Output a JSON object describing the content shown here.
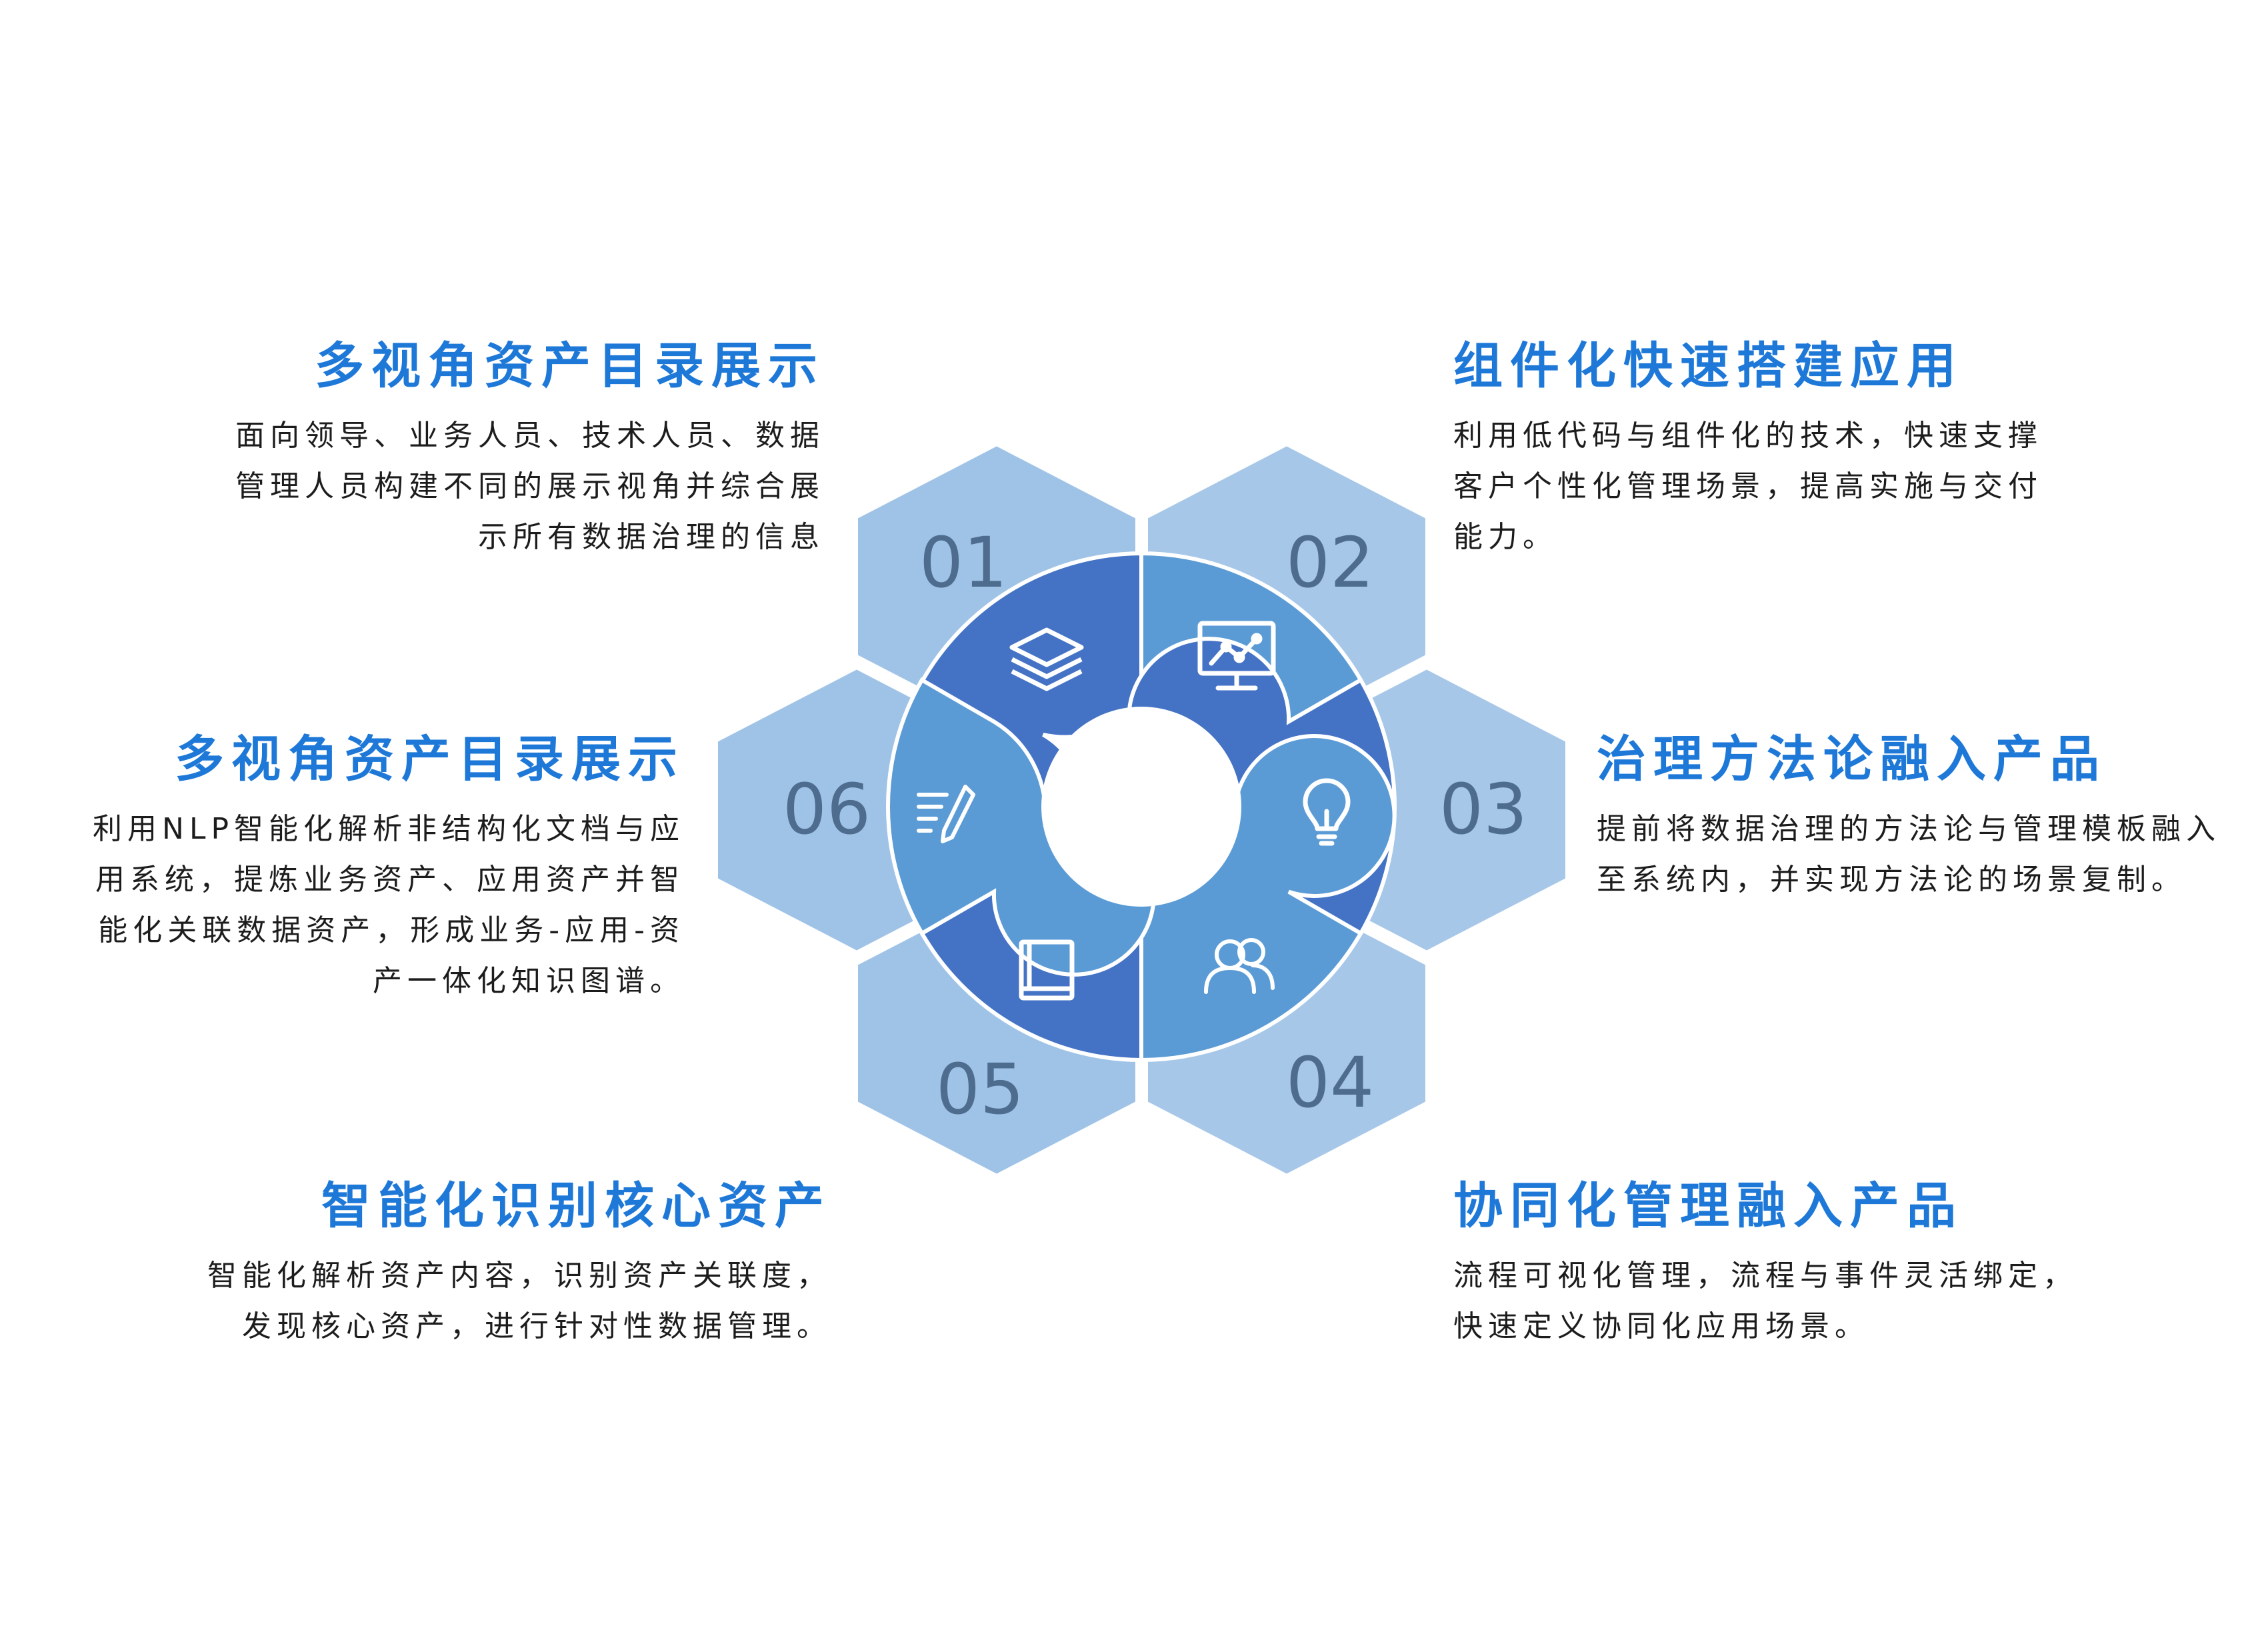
{
  "features": {
    "f1": {
      "title": "多视角资产目录展示",
      "lines": [
        "面向领导、业务人员、技术人员、数据",
        "管理人员构建不同的展示视角并综合展",
        "示所有数据治理的信息"
      ]
    },
    "f2": {
      "title": "组件化快速搭建应用",
      "lines": [
        "利用低代码与组件化的技术，快速支撑",
        "客户个性化管理场景，提高实施与交付",
        "能力。"
      ]
    },
    "f3": {
      "title": "治理方法论融入产品",
      "lines": [
        "提前将数据治理的方法论与管理模板融入",
        "至系统内，并实现方法论的场景复制。"
      ]
    },
    "f4": {
      "title": "协同化管理融入产品",
      "lines": [
        "流程可视化管理，流程与事件灵活绑定，",
        "快速定义协同化应用场景。"
      ]
    },
    "f5": {
      "title": "智能化识别核心资产",
      "lines": [
        "智能化解析资产内容，识别资产关联度，",
        "发现核心资产，进行针对性数据管理。"
      ]
    },
    "f6": {
      "title": "多视角资产目录展示",
      "lines": [
        "利用NLP智能化解析非结构化文档与应",
        "用系统，提炼业务资产、应用资产并智",
        "能化关联数据资产，形成业务-应用-资",
        "产一体化知识图谱。"
      ]
    }
  },
  "hexagons": [
    {
      "num": "01",
      "icon": "layers-icon"
    },
    {
      "num": "02",
      "icon": "monitor-chart-icon"
    },
    {
      "num": "03",
      "icon": "lightbulb-icon"
    },
    {
      "num": "04",
      "icon": "users-icon"
    },
    {
      "num": "05",
      "icon": "book-icon"
    },
    {
      "num": "06",
      "icon": "pen-notes-icon"
    }
  ],
  "colors": {
    "title_blue": "#1e78d7",
    "hex_fill": "#9fc3e7",
    "segment_dark": "#4472c4",
    "segment_mid": "#5b9bd5",
    "number_gray": "#4e6d8e"
  }
}
